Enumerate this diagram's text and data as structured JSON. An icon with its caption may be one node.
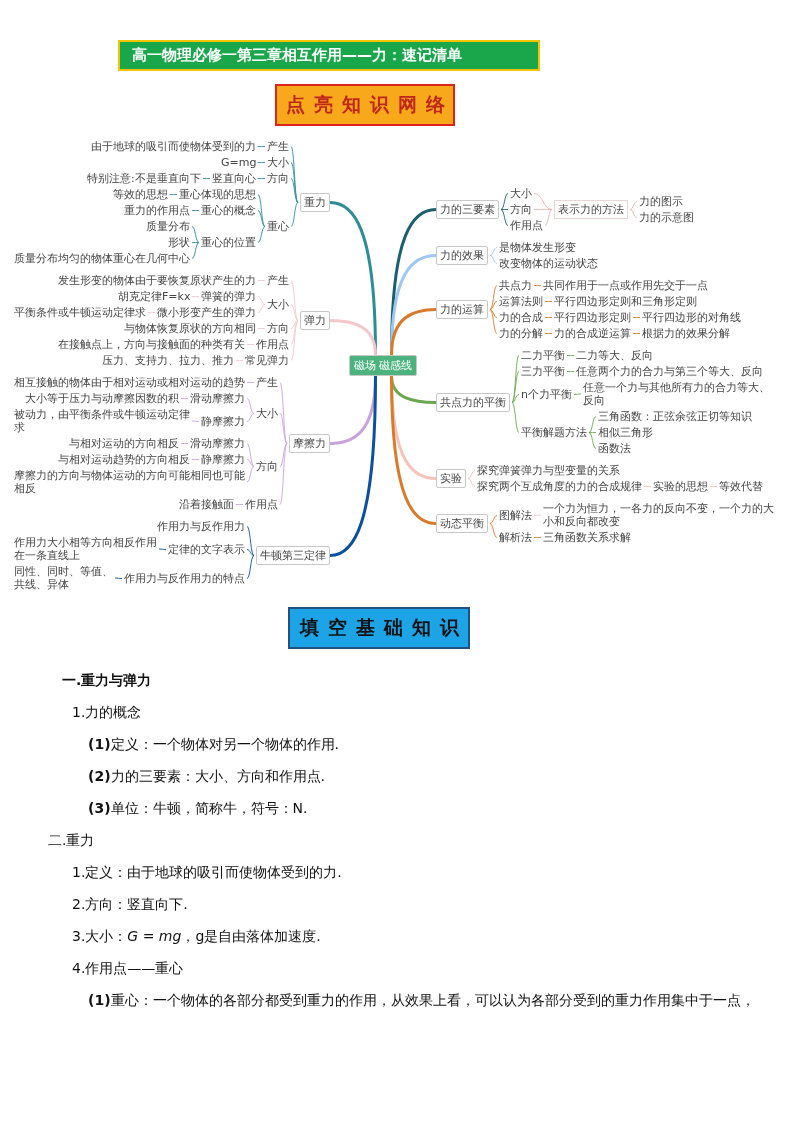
{
  "diagram": {
    "title": "高一物理必修一第三章相互作用——力：速记清单",
    "nodes": [
      {
        "text": [
          "点亮知识网络"
        ]
      },
      {
        "text": [
          "磁场 磁感线"
        ]
      },
      {
        "text": [
          "重力"
        ]
      },
      {
        "text": [
          "产生"
        ]
      },
      {
        "text": [
          "由于地球的吸引而使物体受到的力"
        ]
      },
      {
        "text": [
          "大小"
        ]
      },
      {
        "text": [
          "G=mg"
        ]
      },
      {
        "text": [
          "方向"
        ]
      },
      {
        "text": [
          "竖直向心"
        ]
      },
      {
        "text": [
          "特别注意:不是垂直向下"
        ]
      },
      {
        "text": [
          "重心"
        ]
      },
      {
        "text": [
          "重心体现的思想"
        ]
      },
      {
        "text": [
          "等效的思想"
        ]
      },
      {
        "text": [
          "重心的概念"
        ]
      },
      {
        "text": [
          "重力的作用点"
        ]
      },
      {
        "text": [
          "重心的位置"
        ]
      },
      {
        "text": [
          "质量分布"
        ]
      },
      {
        "text": [
          "形状"
        ]
      },
      {
        "text": [
          "质量分布均匀的物体重心在几何中心"
        ]
      },
      {
        "text": [
          "弹力"
        ]
      },
      {
        "text": [
          "产生"
        ]
      },
      {
        "text": [
          "发生形变的物体由于要恢复原状产生的力"
        ]
      },
      {
        "text": [
          "大小"
        ]
      },
      {
        "text": [
          "弹簧的弹力"
        ]
      },
      {
        "text": [
          "胡克定律F=kx"
        ]
      },
      {
        "text": [
          "微小形变产生的弹力"
        ]
      },
      {
        "text": [
          "平衡条件或牛顿运动定律求"
        ]
      },
      {
        "text": [
          "方向"
        ]
      },
      {
        "text": [
          "与物体恢复原状的方向相同"
        ]
      },
      {
        "text": [
          "作用点"
        ]
      },
      {
        "text": [
          "在接触点上，方向与接触面的种类有关"
        ]
      },
      {
        "text": [
          "常见弹力"
        ]
      },
      {
        "text": [
          "压力、支持力、拉力、推力"
        ]
      },
      {
        "text": [
          "摩擦力"
        ]
      },
      {
        "text": [
          "产生"
        ]
      },
      {
        "text": [
          "相互接触的物体由于相对运动或相对运动的趋势"
        ]
      },
      {
        "text": [
          "大小"
        ]
      },
      {
        "text": [
          "滑动摩擦力"
        ]
      },
      {
        "text": [
          "大小等于压力与动摩擦因数的积"
        ]
      },
      {
        "text": [
          "静摩擦力"
        ]
      },
      {
        "text": [
          "被动力，由平衡条件或牛顿运动定律求"
        ]
      },
      {
        "text": [
          "方向"
        ]
      },
      {
        "text": [
          "滑动摩擦力"
        ]
      },
      {
        "text": [
          "与相对运动的方向相反"
        ]
      },
      {
        "text": [
          "静摩擦力"
        ]
      },
      {
        "text": [
          "与相对运动趋势的方向相反"
        ]
      },
      {
        "text": [
          "摩擦力的方向与物体运动的方向可能相同也可能相反"
        ]
      },
      {
        "text": [
          "作用点"
        ]
      },
      {
        "text": [
          "沿着接触面"
        ]
      },
      {
        "text": [
          "牛顿第三定律"
        ]
      },
      {
        "text": [
          "作用力与反作用力"
        ]
      },
      {
        "text": [
          "定律的文字表示"
        ]
      },
      {
        "text": [
          "作用力大小相等方向相反作用在一条直线上"
        ]
      },
      {
        "text": [
          "作用力与反作用力的特点"
        ]
      },
      {
        "text": [
          "同性、同时、等值、共线、异体"
        ]
      },
      {
        "text": [
          "力的三要素"
        ]
      },
      {
        "text": [
          "大小"
        ]
      },
      {
        "text": [
          "方向"
        ]
      },
      {
        "text": [
          "作用点"
        ]
      },
      {
        "text": [
          "表示力的方法"
        ]
      },
      {
        "text": [
          "力的图示"
        ]
      },
      {
        "text": [
          "力的示意图"
        ]
      },
      {
        "text": [
          "力的效果"
        ]
      },
      {
        "text": [
          "是物体发生形变"
        ]
      },
      {
        "text": [
          "改变物体的运动状态"
        ]
      },
      {
        "text": [
          "力的运算"
        ]
      },
      {
        "text": [
          "共点力"
        ]
      },
      {
        "text": [
          "共同作用于一点或作用先交于一点"
        ]
      },
      {
        "text": [
          "运算法则"
        ]
      },
      {
        "text": [
          "平行四边形定则和三角形定则"
        ]
      },
      {
        "text": [
          "力的合成"
        ]
      },
      {
        "text": [
          "平行四边形定则"
        ]
      },
      {
        "text": [
          "平行四边形的对角线"
        ]
      },
      {
        "text": [
          "力的分解"
        ]
      },
      {
        "text": [
          "力的合成逆运算"
        ]
      },
      {
        "text": [
          "根据力的效果分解"
        ]
      },
      {
        "text": [
          "共点力的平衡"
        ]
      },
      {
        "text": [
          "二力平衡"
        ]
      },
      {
        "text": [
          "二力等大、反向"
        ]
      },
      {
        "text": [
          "三力平衡"
        ]
      },
      {
        "text": [
          "任意两个力的合力与第三个等大、反向"
        ]
      },
      {
        "text": [
          "n个力平衡"
        ]
      },
      {
        "text": [
          "任意一个力与其他所有力的合力等大、反向"
        ]
      },
      {
        "text": [
          "平衡解题方法"
        ]
      },
      {
        "text": [
          "三角函数：正弦余弦正切等知识"
        ]
      },
      {
        "text": [
          "相似三角形"
        ]
      },
      {
        "text": [
          "函数法"
        ]
      },
      {
        "text": [
          "实验"
        ]
      },
      {
        "text": [
          "探究弹簧弹力与型变量的关系"
        ]
      },
      {
        "text": [
          "探究两个互成角度的力的合成规律"
        ]
      },
      {
        "text": [
          "实验的思想"
        ]
      },
      {
        "text": [
          "等效代替"
        ]
      },
      {
        "text": [
          "动态平衡"
        ]
      },
      {
        "text": [
          "图解法"
        ]
      },
      {
        "text": [
          "一个力为恒力，一各力的反向不变，一个力的大小和反向都改变"
        ]
      },
      {
        "text": [
          "解析法"
        ]
      },
      {
        "text": [
          "三角函数关系求解"
        ]
      },
      {
        "text": [
          "填空基础知识"
        ]
      }
    ],
    "edges": [
      {
        "from": 1,
        "to": 2,
        "arrow": "none",
        "style": "thick",
        "color": "#2e8b98"
      },
      {
        "from": 1,
        "to": 19,
        "arrow": "none",
        "style": "thick",
        "color": "#f4c7cd"
      },
      {
        "from": 1,
        "to": 33,
        "arrow": "none",
        "style": "thick",
        "color": "#c9a2dd"
      },
      {
        "from": 1,
        "to": 49,
        "arrow": "none",
        "style": "thick",
        "color": "#0c4f9c"
      },
      {
        "from": 1,
        "to": 55,
        "arrow": "none",
        "style": "thick",
        "color": "#1b5f6f"
      },
      {
        "from": 1,
        "to": 62,
        "arrow": "none",
        "style": "thick",
        "color": "#9cc8f2"
      },
      {
        "from": 1,
        "to": 65,
        "arrow": "none",
        "style": "thick",
        "color": "#d97a2b"
      },
      {
        "from": 1,
        "to": 76,
        "arrow": "none",
        "style": "thick",
        "color": "#6aa84f"
      },
      {
        "from": 1,
        "to": 87,
        "arrow": "none",
        "style": "thick",
        "color": "#f6c3bb"
      },
      {
        "from": 1,
        "to": 92,
        "arrow": "none",
        "style": "thick",
        "color": "#d97a2b"
      },
      {
        "from": 2,
        "to": 3,
        "arrow": "none",
        "color": "#2e8b98"
      },
      {
        "from": 3,
        "to": 4,
        "arrow": "none",
        "color": "#2e8b98"
      },
      {
        "from": 2,
        "to": 5,
        "arrow": "none",
        "color": "#2e8b98"
      },
      {
        "from": 5,
        "to": 6,
        "arrow": "none",
        "color": "#2e8b98"
      },
      {
        "from": 2,
        "to": 7,
        "arrow": "none",
        "color": "#2e8b98"
      },
      {
        "from": 7,
        "to": 8,
        "arrow": "none",
        "color": "#2e8b98"
      },
      {
        "from": 8,
        "to": 9,
        "arrow": "none",
        "color": "#2e8b98"
      },
      {
        "from": 2,
        "to": 10,
        "arrow": "none",
        "color": "#2e8b98"
      },
      {
        "from": 10,
        "to": 11,
        "arrow": "none",
        "color": "#2e8b98"
      },
      {
        "from": 11,
        "to": 12,
        "arrow": "none",
        "color": "#2e8b98"
      },
      {
        "from": 10,
        "to": 13,
        "arrow": "none",
        "color": "#2e8b98"
      },
      {
        "from": 13,
        "to": 14,
        "arrow": "none",
        "color": "#2e8b98"
      },
      {
        "from": 10,
        "to": 15,
        "arrow": "none",
        "color": "#2e8b98"
      },
      {
        "from": 15,
        "to": 16,
        "arrow": "none",
        "color": "#2e8b98"
      },
      {
        "from": 15,
        "to": 17,
        "arrow": "none",
        "color": "#2e8b98"
      },
      {
        "from": 15,
        "to": 18,
        "arrow": "none",
        "color": "#2e8b98"
      },
      {
        "from": 19,
        "to": 20,
        "arrow": "none",
        "color": "#f4c7cd"
      },
      {
        "from": 20,
        "to": 21,
        "arrow": "none",
        "color": "#f4c7cd"
      },
      {
        "from": 19,
        "to": 22,
        "arrow": "none",
        "color": "#f4c7cd"
      },
      {
        "from": 22,
        "to": 23,
        "arrow": "none",
        "color": "#f4c7cd"
      },
      {
        "from": 23,
        "to": 24,
        "arrow": "none",
        "color": "#f4c7cd"
      },
      {
        "from": 22,
        "to": 25,
        "arrow": "none",
        "color": "#f4c7cd"
      },
      {
        "from": 25,
        "to": 26,
        "arrow": "none",
        "color": "#f4c7cd"
      },
      {
        "from": 19,
        "to": 27,
        "arrow": "none",
        "color": "#f4c7cd"
      },
      {
        "from": 27,
        "to": 28,
        "arrow": "none",
        "color": "#f4c7cd"
      },
      {
        "from": 19,
        "to": 29,
        "arrow": "none",
        "color": "#f4c7cd"
      },
      {
        "from": 29,
        "to": 30,
        "arrow": "none",
        "color": "#f4c7cd"
      },
      {
        "from": 19,
        "to": 31,
        "arrow": "none",
        "color": "#f4c7cd"
      },
      {
        "from": 31,
        "to": 32,
        "arrow": "none",
        "color": "#f4c7cd"
      },
      {
        "from": 33,
        "to": 34,
        "arrow": "none",
        "color": "#c9a2dd"
      },
      {
        "from": 34,
        "to": 35,
        "arrow": "none",
        "color": "#c9a2dd"
      },
      {
        "from": 33,
        "to": 36,
        "arrow": "none",
        "color": "#c9a2dd"
      },
      {
        "from": 36,
        "to": 37,
        "arrow": "none",
        "color": "#c9a2dd"
      },
      {
        "from": 37,
        "to": 38,
        "arrow": "none",
        "color": "#c9a2dd"
      },
      {
        "from": 36,
        "to": 39,
        "arrow": "none",
        "color": "#c9a2dd"
      },
      {
        "from": 39,
        "to": 40,
        "arrow": "none",
        "color": "#c9a2dd"
      },
      {
        "from": 33,
        "to": 41,
        "arrow": "none",
        "color": "#c9a2dd"
      },
      {
        "from": 41,
        "to": 42,
        "arrow": "none",
        "color": "#c9a2dd"
      },
      {
        "from": 42,
        "to": 43,
        "arrow": "none",
        "color": "#c9a2dd"
      },
      {
        "from": 41,
        "to": 44,
        "arrow": "none",
        "color": "#c9a2dd"
      },
      {
        "from": 44,
        "to": 45,
        "arrow": "none",
        "color": "#c9a2dd"
      },
      {
        "from": 41,
        "to": 46,
        "arrow": "none",
        "color": "#c9a2dd"
      },
      {
        "from": 33,
        "to": 47,
        "arrow": "none",
        "color": "#c9a2dd"
      },
      {
        "from": 47,
        "to": 48,
        "arrow": "none",
        "color": "#c9a2dd"
      },
      {
        "from": 49,
        "to": 50,
        "arrow": "none",
        "color": "#0c4f9c"
      },
      {
        "from": 49,
        "to": 51,
        "arrow": "none",
        "color": "#0c4f9c"
      },
      {
        "from": 51,
        "to": 52,
        "arrow": "none",
        "color": "#0c4f9c"
      },
      {
        "from": 49,
        "to": 53,
        "arrow": "none",
        "color": "#0c4f9c"
      },
      {
        "from": 53,
        "to": 54,
        "arrow": "none",
        "color": "#0c4f9c"
      },
      {
        "from": 55,
        "to": 56,
        "arrow": "none",
        "color": "#1b5f6f"
      },
      {
        "from": 55,
        "to": 57,
        "arrow": "none",
        "color": "#1b5f6f"
      },
      {
        "from": 55,
        "to": 58,
        "arrow": "none",
        "color": "#1b5f6f"
      },
      {
        "from": 56,
        "to": 59,
        "arrow": "none",
        "color": "#e8b4b0"
      },
      {
        "from": 57,
        "to": 59,
        "arrow": "none",
        "color": "#e8b4b0"
      },
      {
        "from": 58,
        "to": 59,
        "arrow": "none",
        "color": "#e8b4b0"
      },
      {
        "from": 59,
        "to": 60,
        "arrow": "none",
        "color": "#e8b4b0"
      },
      {
        "from": 59,
        "to": 61,
        "arrow": "none",
        "color": "#e8b4b0"
      },
      {
        "from": 62,
        "to": 63,
        "arrow": "none",
        "color": "#9cc8f2"
      },
      {
        "from": 62,
        "to": 64,
        "arrow": "none",
        "color": "#9cc8f2"
      },
      {
        "from": 65,
        "to": 66,
        "arrow": "none",
        "color": "#d97a2b"
      },
      {
        "from": 66,
        "to": 67,
        "arrow": "none",
        "color": "#d97a2b"
      },
      {
        "from": 65,
        "to": 68,
        "arrow": "none",
        "color": "#d97a2b"
      },
      {
        "from": 68,
        "to": 69,
        "arrow": "none",
        "color": "#d97a2b"
      },
      {
        "from": 65,
        "to": 70,
        "arrow": "none",
        "color": "#d97a2b"
      },
      {
        "from": 70,
        "to": 71,
        "arrow": "none",
        "color": "#d97a2b"
      },
      {
        "from": 71,
        "to": 72,
        "arrow": "none",
        "color": "#d97a2b"
      },
      {
        "from": 65,
        "to": 73,
        "arrow": "none",
        "color": "#d97a2b"
      },
      {
        "from": 73,
        "to": 74,
        "arrow": "none",
        "color": "#d97a2b"
      },
      {
        "from": 74,
        "to": 75,
        "arrow": "none",
        "color": "#d97a2b"
      },
      {
        "from": 76,
        "to": 77,
        "arrow": "none",
        "color": "#6aa84f"
      },
      {
        "from": 77,
        "to": 78,
        "arrow": "none",
        "color": "#6aa84f"
      },
      {
        "from": 76,
        "to": 79,
        "arrow": "none",
        "color": "#6aa84f"
      },
      {
        "from": 79,
        "to": 80,
        "arrow": "none",
        "color": "#6aa84f"
      },
      {
        "from": 76,
        "to": 81,
        "arrow": "none",
        "color": "#6aa84f"
      },
      {
        "from": 81,
        "to": 82,
        "arrow": "none",
        "color": "#6aa84f"
      },
      {
        "from": 76,
        "to": 83,
        "arrow": "none",
        "color": "#6aa84f"
      },
      {
        "from": 83,
        "to": 84,
        "arrow": "none",
        "color": "#6aa84f"
      },
      {
        "from": 83,
        "to": 85,
        "arrow": "none",
        "color": "#6aa84f"
      },
      {
        "from": 83,
        "to": 86,
        "arrow": "none",
        "color": "#6aa84f"
      },
      {
        "from": 87,
        "to": 88,
        "arrow": "none",
        "color": "#f6c3bb"
      },
      {
        "from": 87,
        "to": 89,
        "arrow": "none",
        "color": "#f6c3bb"
      },
      {
        "from": 89,
        "to": 90,
        "arrow": "none",
        "color": "#f6c3bb"
      },
      {
        "from": 90,
        "to": 91,
        "arrow": "none",
        "color": "#f6c3bb"
      },
      {
        "from": 92,
        "to": 93,
        "arrow": "none",
        "color": "#d97a2b"
      },
      {
        "from": 93,
        "to": 94,
        "arrow": "none",
        "color": "#f6c3bb"
      },
      {
        "from": 92,
        "to": 95,
        "arrow": "none",
        "color": "#d97a2b"
      },
      {
        "from": 95,
        "to": 96,
        "arrow": "none",
        "color": "#d97a2b"
      }
    ],
    "labels": [
      "一.重力与弹力",
      "1.力的概念",
      "**(1)**定义：一个物体对另一个物体的作用.",
      "**(2)**力的三要素：大小、方向和作用点.",
      "**(3)**单位：牛顿，简称牛，符号：N.",
      "二.重力",
      "1.定义：由于地球的吸引而使物体受到的力.",
      "2.方向：竖直向下.",
      "3.大小：*G* = *mg*，g是自由落体加速度.",
      "4.作用点——重心",
      "**(1)**重心：一个物体的各部分都受到重力的作用，从效果上看，可以认为各部分受到的重力作用集中于一点，"
    ]
  }
}
